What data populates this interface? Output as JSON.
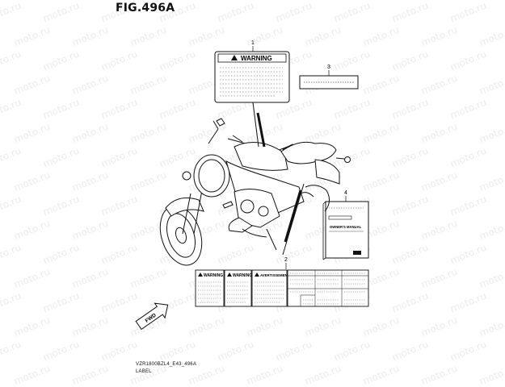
{
  "figure": {
    "title": "FIG.496A",
    "code": "VZR1800BZL4_E43_496A",
    "name": "LABEL"
  },
  "callouts": [
    "1",
    "2",
    "3",
    "4"
  ],
  "labels": {
    "warning_label_1": {
      "header": "WARNING"
    },
    "manual": {
      "title": "OWNER'S MANUAL"
    },
    "label_set_2": {
      "warning_a": "WARNING",
      "warning_b": "WARNING",
      "avertissement": "AVERTISSEMENT"
    }
  },
  "direction_arrow": {
    "text": "FWD"
  },
  "watermark": {
    "text": "moto.ru"
  }
}
